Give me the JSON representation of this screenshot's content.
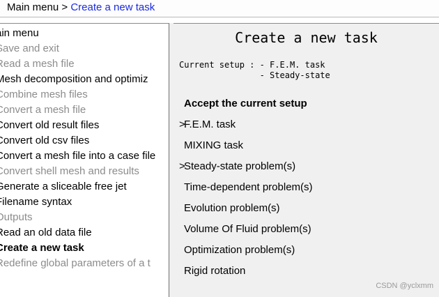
{
  "breadcrumb": {
    "root": "Main menu",
    "separator": " > ",
    "current": "Create a new task"
  },
  "left_menu": {
    "items": [
      {
        "label": "ain menu",
        "state": "enabled"
      },
      {
        "label": "Save and exit",
        "state": "disabled"
      },
      {
        "label": "Read a mesh file",
        "state": "disabled"
      },
      {
        "label": "Mesh decomposition and optimiz",
        "state": "enabled"
      },
      {
        "label": "Combine mesh files",
        "state": "disabled"
      },
      {
        "label": "Convert a mesh file",
        "state": "disabled"
      },
      {
        "label": "Convert old result files",
        "state": "enabled"
      },
      {
        "label": "Convert old csv files",
        "state": "enabled"
      },
      {
        "label": "Convert a mesh file into a case file",
        "state": "enabled"
      },
      {
        "label": "Convert shell mesh and results",
        "state": "disabled"
      },
      {
        "label": "Generate a sliceable free jet",
        "state": "enabled"
      },
      {
        "label": "Filename syntax",
        "state": "enabled"
      },
      {
        "label": "Outputs",
        "state": "disabled"
      },
      {
        "label": "Read an old data file",
        "state": "enabled"
      },
      {
        "label": "Create a new task",
        "state": "selected"
      },
      {
        "label": "Redefine global parameters of a t",
        "state": "disabled"
      }
    ]
  },
  "panel": {
    "title": "Create a new task",
    "setup_line1": "Current setup : - F.E.M. task",
    "setup_line2": "                - Steady-state",
    "options": [
      {
        "label": "Accept the current setup",
        "marker": "",
        "bold": true
      },
      {
        "label": "F.E.M. task",
        "marker": ">",
        "bold": false
      },
      {
        "label": "MIXING task",
        "marker": "",
        "bold": false
      },
      {
        "label": "Steady-state problem(s)",
        "marker": ">",
        "bold": false
      },
      {
        "label": "Time-dependent problem(s)",
        "marker": "",
        "bold": false
      },
      {
        "label": "Evolution problem(s)",
        "marker": "",
        "bold": false
      },
      {
        "label": "Volume Of Fluid problem(s)",
        "marker": "",
        "bold": false
      },
      {
        "label": "Optimization problem(s)",
        "marker": "",
        "bold": false
      },
      {
        "label": "Rigid rotation",
        "marker": "",
        "bold": false
      }
    ]
  },
  "watermark": "CSDN @yclxmm",
  "colors": {
    "link": "#1a2ae0",
    "disabled_text": "#8c8c8c",
    "panel_bg": "#f0f0f0"
  }
}
